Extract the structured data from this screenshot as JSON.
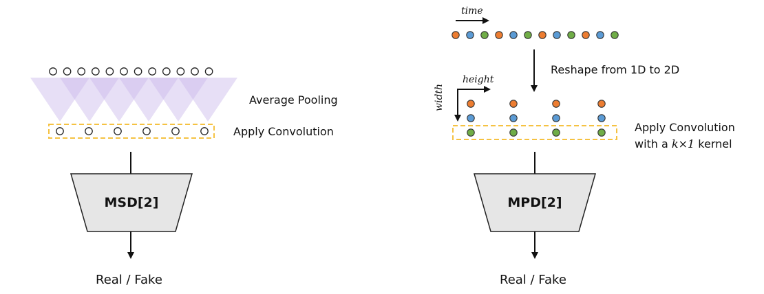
{
  "left": {
    "pooling_label": "Average Pooling",
    "conv_label": "Apply Convolution",
    "box_label": "MSD[2]",
    "output_label": "Real / Fake"
  },
  "right": {
    "time_label": "time",
    "reshape_label": "Reshape from 1D to 2D",
    "height_label": "height",
    "width_label": "width",
    "conv_label_line1": "Apply Convolution",
    "conv_label_line2_prefix": "with a ",
    "conv_label_kernel": "k×1",
    "conv_label_line2_suffix": " kernel",
    "box_label": "MPD[2]",
    "output_label": "Real / Fake"
  },
  "colors": {
    "orange": "#ED7D31",
    "blue": "#5B9BD5",
    "green": "#70AD47",
    "dashed_box": "#F5C242",
    "pool_fill": "#C9B8EA",
    "box_fill": "#E6E6E6"
  },
  "sequence_colors": [
    "orange",
    "blue",
    "green",
    "orange",
    "blue",
    "green",
    "orange",
    "blue",
    "green",
    "orange",
    "blue",
    "green"
  ]
}
